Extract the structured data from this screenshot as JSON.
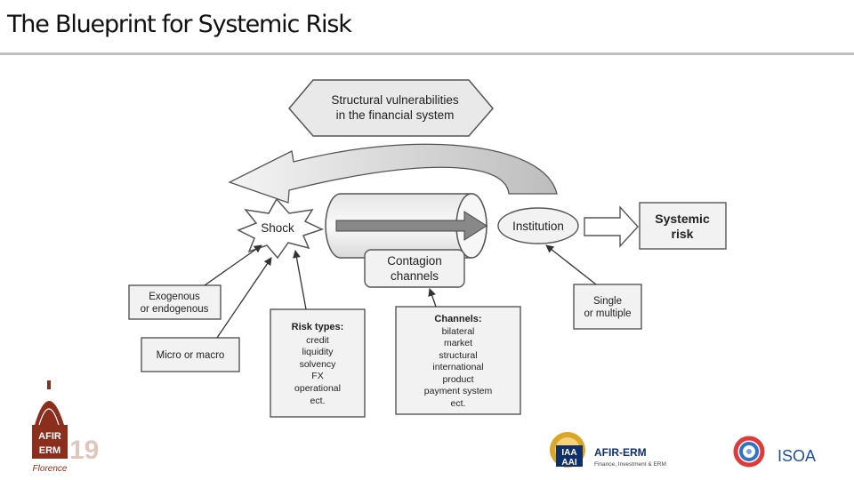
{
  "slide": {
    "title": "The Blueprint for Systemic Risk"
  },
  "diagram": {
    "vulnerabilities": [
      "Structural vulnerabilities",
      "in the financial system"
    ],
    "shock": "Shock",
    "institution": "Institution",
    "systemic_risk": [
      "Systemic",
      "risk"
    ],
    "contagion": [
      "Contagion",
      "channels"
    ],
    "exogenous": [
      "Exogenous",
      "or endogenous"
    ],
    "micro_macro": "Micro or macro",
    "single_multiple": [
      "Single",
      "or multiple"
    ],
    "risk_types": {
      "title": "Risk types:",
      "items": [
        "credit",
        "liquidity",
        "solvency",
        "FX",
        "operational",
        "ect."
      ]
    },
    "channels": {
      "title": "Channels:",
      "items": [
        "bilateral",
        "market",
        "structural",
        "international",
        "product",
        "payment system",
        "ect."
      ]
    }
  },
  "logos": {
    "afir_erm_19": {
      "line1": "AFIR",
      "line2": "ERM",
      "year": "19",
      "city": "Florence",
      "color": "#8b2e1d"
    },
    "iaa": {
      "badge_top": "IAA",
      "badge_bottom": "AAI",
      "name": "AFIR-ERM",
      "tagline": "Finance, Investment & ERM",
      "color": "#0f2f6b"
    },
    "isoa": {
      "name": "ISOA",
      "color": "#1a4f9c"
    }
  }
}
